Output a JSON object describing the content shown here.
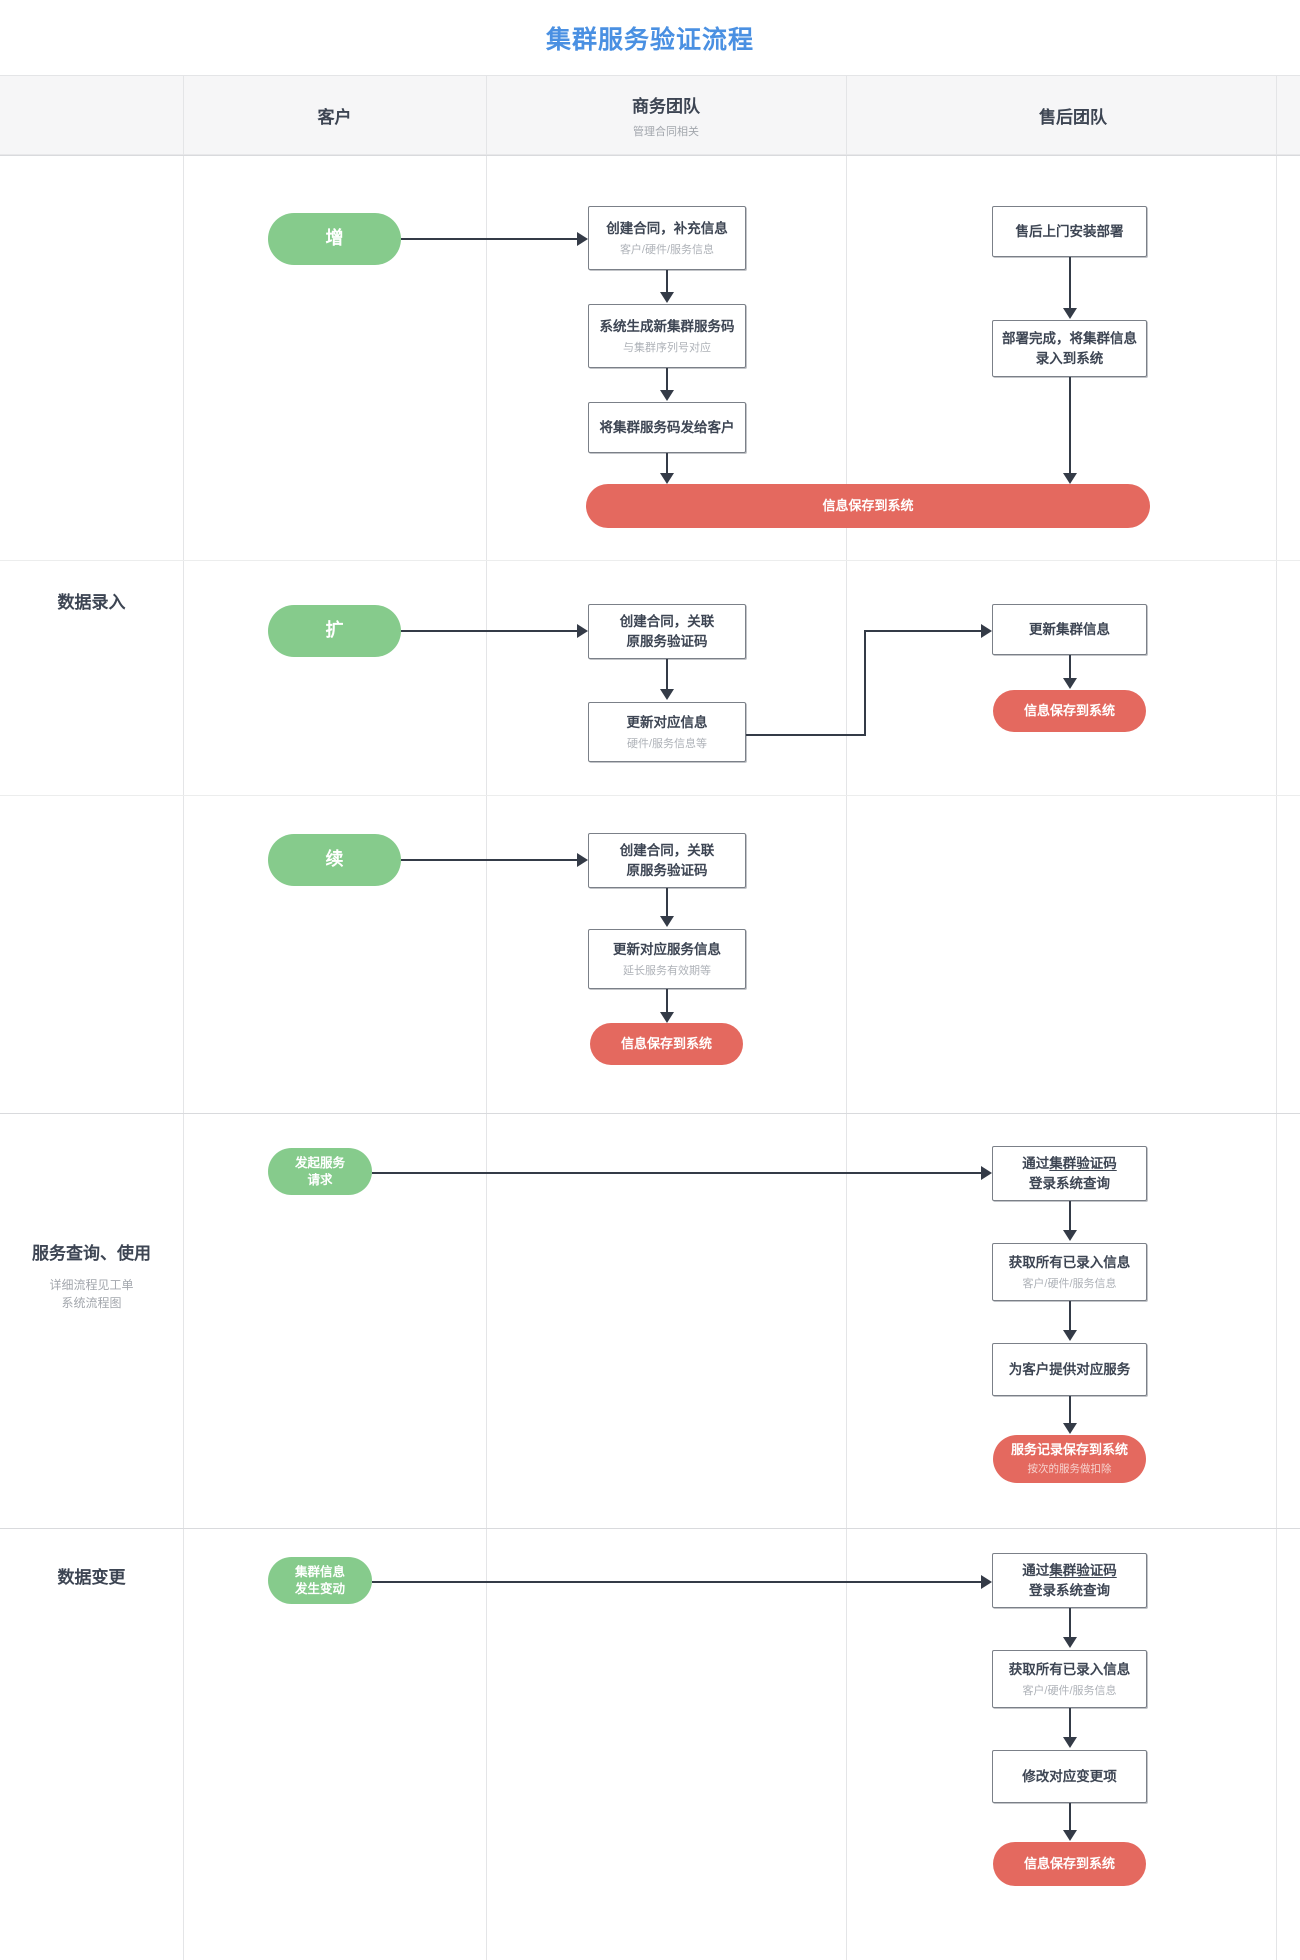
{
  "title": "集群服务验证流程",
  "accent_color": "#4a90e2",
  "green_color": "#86cb8c",
  "red_color": "#e4695f",
  "columns": [
    {
      "label": "客户",
      "sub": ""
    },
    {
      "label": "商务团队",
      "sub": "管理合同相关"
    },
    {
      "label": "售后团队",
      "sub": ""
    }
  ],
  "stages": [
    {
      "label": "数据录入",
      "sub": ""
    },
    {
      "label": "服务查询、使用",
      "sub": "详细流程见工单\n系统流程图"
    },
    {
      "label": "数据变更",
      "sub": ""
    }
  ],
  "nodes": {
    "add_start": {
      "main": "增"
    },
    "add_biz_1": {
      "main": "创建合同，补充信息",
      "sub": "客户/硬件/服务信息"
    },
    "add_biz_2": {
      "main": "系统生成新集群服务码",
      "sub": "与集群序列号对应"
    },
    "add_biz_3": {
      "main": "将集群服务码发给客户"
    },
    "add_after_1": {
      "main": "售后上门安装部署"
    },
    "add_after_2": {
      "main": "部署完成，将集群信息\n录入到系统"
    },
    "add_save": {
      "main": "信息保存到系统"
    },
    "exp_start": {
      "main": "扩"
    },
    "exp_biz_1": {
      "main": "创建合同，关联\n原服务验证码"
    },
    "exp_biz_2": {
      "main": "更新对应信息",
      "sub": "硬件/服务信息等"
    },
    "exp_after_1": {
      "main": "更新集群信息"
    },
    "exp_save": {
      "main": "信息保存到系统"
    },
    "ren_start": {
      "main": "续"
    },
    "ren_biz_1": {
      "main": "创建合同，关联\n原服务验证码"
    },
    "ren_biz_2": {
      "main": "更新对应服务信息",
      "sub": "延长服务有效期等"
    },
    "ren_save": {
      "main": "信息保存到系统"
    },
    "svc_start": {
      "main": "发起服务\n请求"
    },
    "svc_1_pre": {
      "main": "通过"
    },
    "svc_1_u": {
      "main": "集群验证码"
    },
    "svc_1_post": {
      "main": "登录系统查询"
    },
    "svc_2": {
      "main": "获取所有已录入信息",
      "sub": "客户/硬件/服务信息"
    },
    "svc_3": {
      "main": "为客户提供对应服务"
    },
    "svc_save": {
      "main": "服务记录保存到系统",
      "sub": "按次的服务做扣除"
    },
    "chg_start": {
      "main": "集群信息\n发生变动"
    },
    "chg_1_pre": {
      "main": "通过"
    },
    "chg_1_u": {
      "main": "集群验证码"
    },
    "chg_1_post": {
      "main": "登录系统查询"
    },
    "chg_2": {
      "main": "获取所有已录入信息",
      "sub": "客户/硬件/服务信息"
    },
    "chg_3": {
      "main": "修改对应变更项"
    },
    "chg_save": {
      "main": "信息保存到系统"
    }
  }
}
